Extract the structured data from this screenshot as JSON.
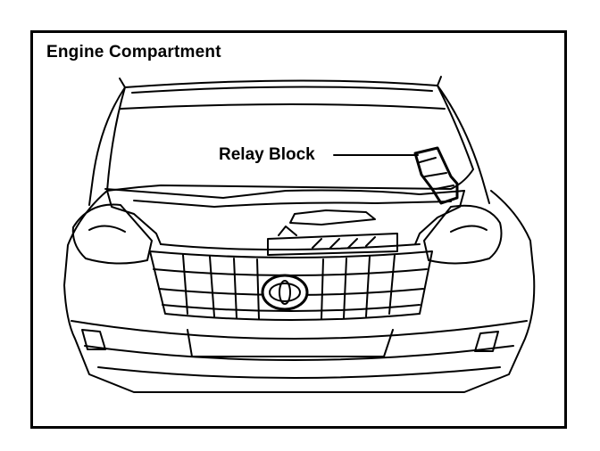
{
  "diagram": {
    "title": "Engine Compartment",
    "callout": "Relay Block",
    "emblem": "toyota-logo"
  }
}
